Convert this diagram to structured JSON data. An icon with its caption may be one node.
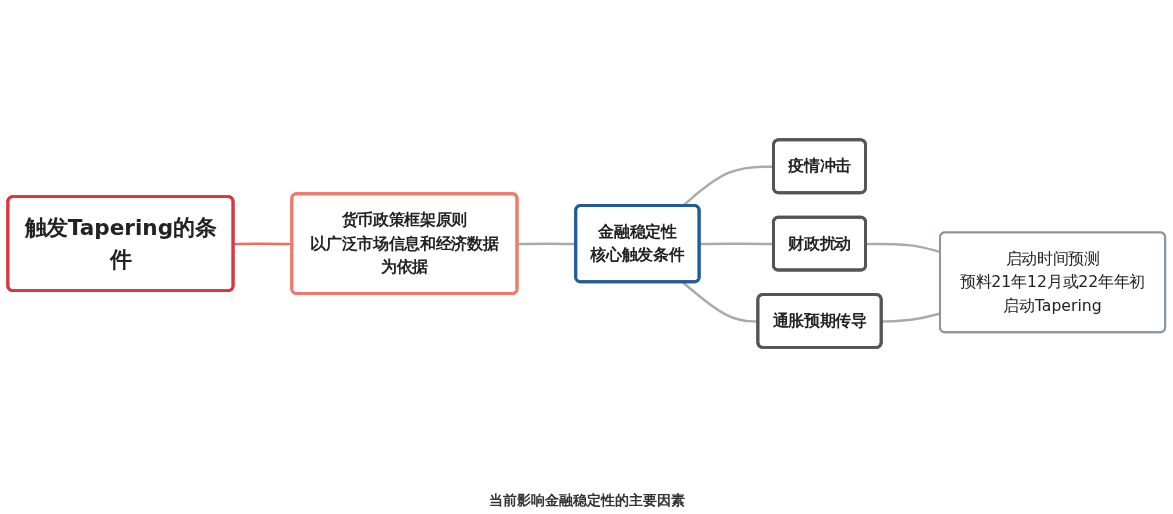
{
  "diagram": {
    "nodes": [
      {
        "text": [
          "触发Tapering的条件"
        ]
      },
      {
        "text": [
          "货币政策框架原则",
          "以广泛市场信息和经济数据为依据"
        ]
      },
      {
        "text": [
          "金融稳定性",
          "核心触发条件"
        ]
      },
      {
        "text": [
          "疫情冲击"
        ]
      },
      {
        "text": [
          "财政扰动"
        ]
      },
      {
        "text": [
          "通胀预期传导"
        ]
      },
      {
        "text": [
          "启动时间预测",
          "预料21年12月或22年年初启动Tapering"
        ]
      }
    ],
    "edges": [
      {
        "from": 0,
        "to": 1,
        "arrow": "none",
        "color": "#f26b5b"
      },
      {
        "from": 1,
        "to": 2,
        "arrow": "none"
      },
      {
        "from": 2,
        "to": 3,
        "arrow": "none"
      },
      {
        "from": 2,
        "to": 4,
        "arrow": "none"
      },
      {
        "from": 2,
        "to": 5,
        "arrow": "none"
      },
      {
        "from": 4,
        "to": 6,
        "arrow": "none"
      },
      {
        "from": 5,
        "to": 6,
        "arrow": "none"
      }
    ],
    "labels": [
      "当前影响金融稳定性的主要因素"
    ]
  }
}
